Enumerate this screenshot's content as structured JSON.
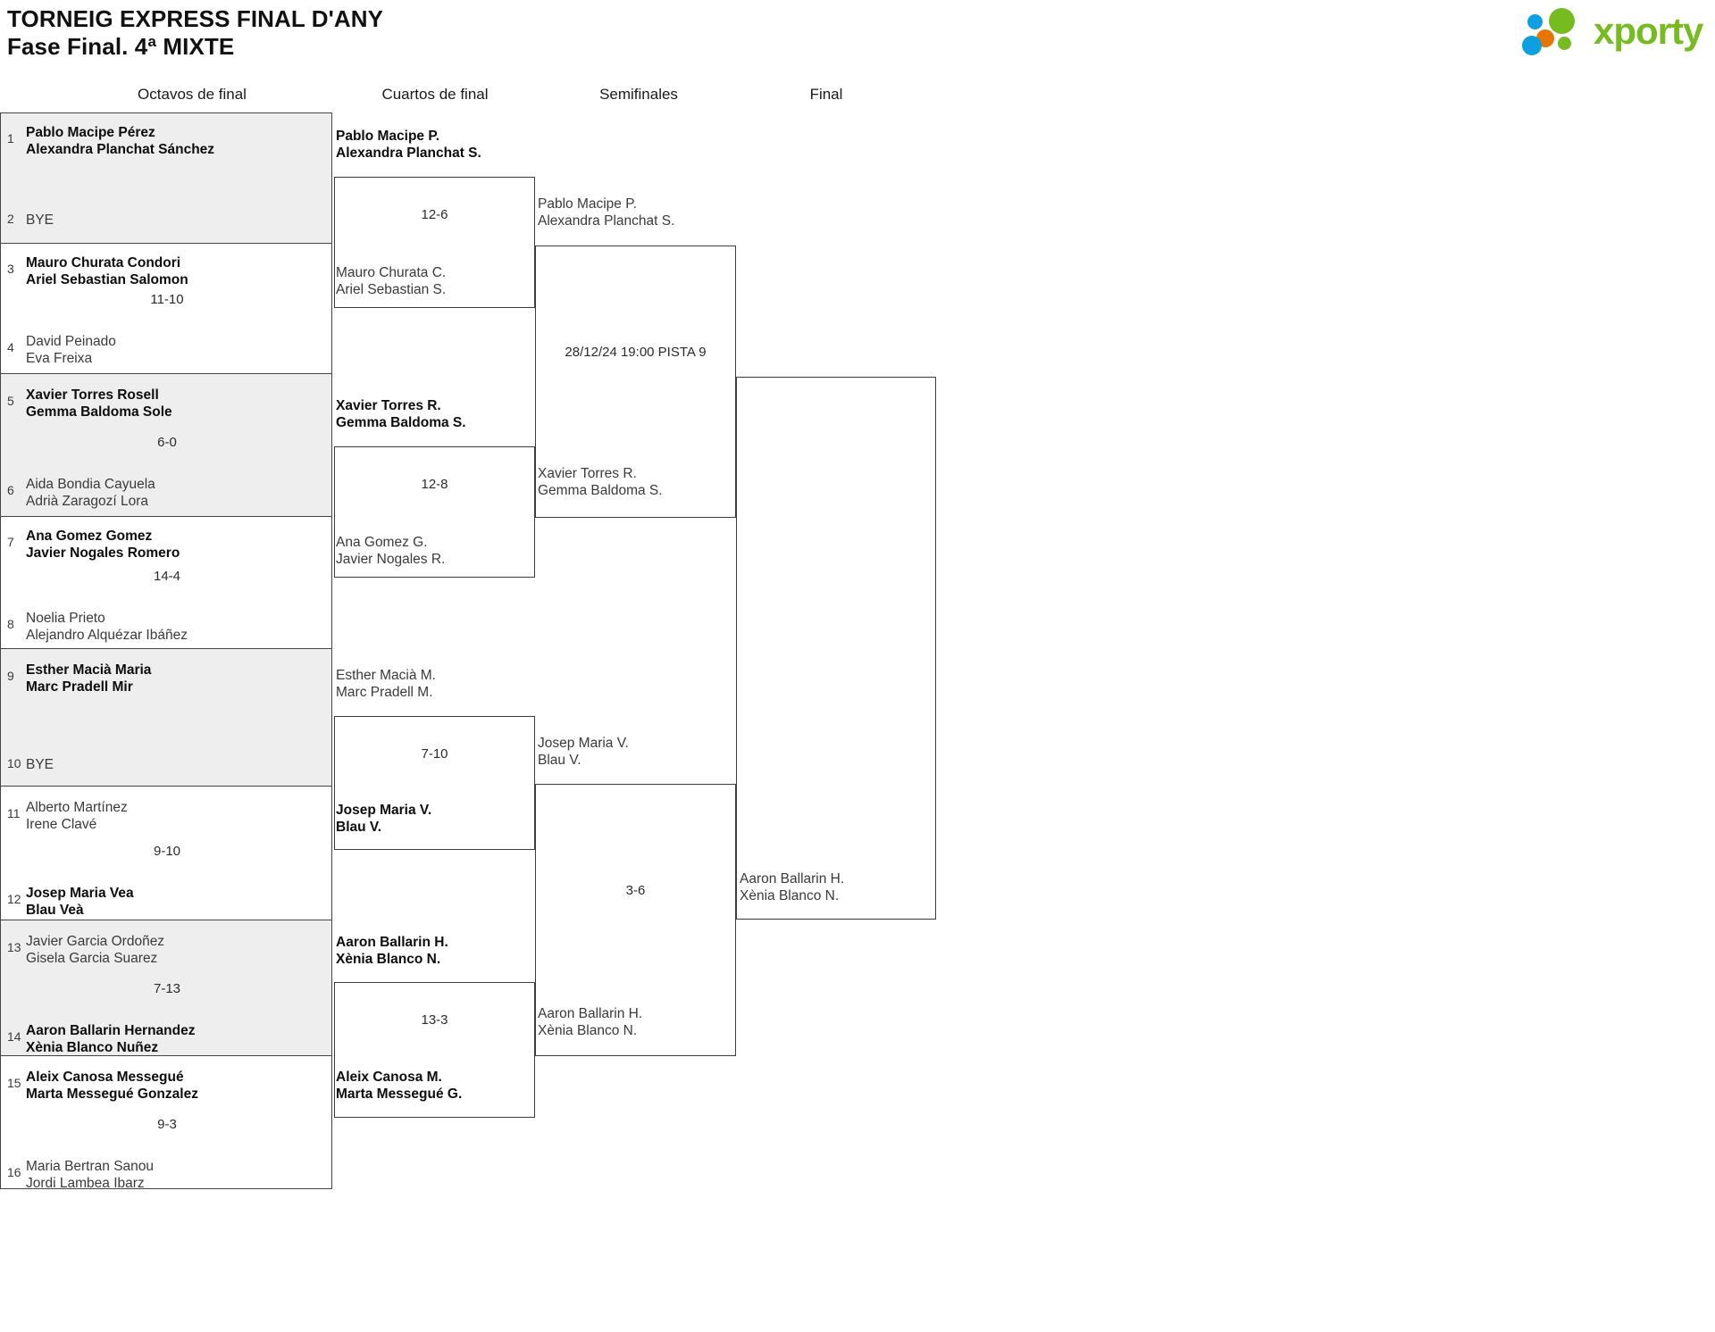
{
  "header": {
    "title_line1": "TORNEIG EXPRESS FINAL D'ANY",
    "title_line2": "Fase Final. 4ª MIXTE",
    "logo_text": "xporty",
    "logo_colors": {
      "green": "#76bc21",
      "blue": "#0d9fe0",
      "orange": "#e87400"
    }
  },
  "rounds": [
    {
      "label": "Octavos de final"
    },
    {
      "label": "Cuartos de final"
    },
    {
      "label": "Semifinales"
    },
    {
      "label": "Final"
    }
  ],
  "round1": {
    "entries": [
      {
        "seed": "1",
        "line1": "Pablo Macipe Pérez",
        "line2": "Alexandra Planchat Sánchez",
        "winner": true,
        "bye": false
      },
      {
        "seed": "2",
        "line1": "BYE",
        "line2": "",
        "winner": false,
        "bye": true
      },
      {
        "seed": "3",
        "line1": "Mauro Churata Condori",
        "line2": "Ariel Sebastian Salomon",
        "winner": true,
        "bye": false
      },
      {
        "seed": "4",
        "line1": "David Peinado",
        "line2": "Eva Freixa",
        "winner": false,
        "bye": false
      },
      {
        "seed": "5",
        "line1": "Xavier Torres Rosell",
        "line2": "Gemma Baldoma Sole",
        "winner": true,
        "bye": false
      },
      {
        "seed": "6",
        "line1": "Aida Bondia Cayuela",
        "line2": "Adrià Zaragozí Lora",
        "winner": false,
        "bye": false
      },
      {
        "seed": "7",
        "line1": "Ana Gomez Gomez",
        "line2": "Javier Nogales Romero",
        "winner": true,
        "bye": false
      },
      {
        "seed": "8",
        "line1": "Noelia Prieto",
        "line2": "Alejandro Alquézar Ibáñez",
        "winner": false,
        "bye": false
      },
      {
        "seed": "9",
        "line1": "Esther Macià Maria",
        "line2": "Marc Pradell Mir",
        "winner": true,
        "bye": false
      },
      {
        "seed": "10",
        "line1": "BYE",
        "line2": "",
        "winner": false,
        "bye": true
      },
      {
        "seed": "11",
        "line1": "Alberto Martínez",
        "line2": "Irene Clavé",
        "winner": false,
        "bye": false
      },
      {
        "seed": "12",
        "line1": "Josep Maria Vea",
        "line2": "Blau Veà",
        "winner": true,
        "bye": false
      },
      {
        "seed": "13",
        "line1": "Javier Garcia Ordoñez",
        "line2": "Gisela Garcia Suarez",
        "winner": false,
        "bye": false
      },
      {
        "seed": "14",
        "line1": "Aaron Ballarin Hernandez",
        "line2": "Xènia Blanco Nuñez",
        "winner": true,
        "bye": false
      },
      {
        "seed": "15",
        "line1": "Aleix Canosa Messegué",
        "line2": "Marta Messegué Gonzalez",
        "winner": true,
        "bye": false
      },
      {
        "seed": "16",
        "line1": "Maria Bertran Sanou",
        "line2": "Jordi Lambea Ibarz",
        "winner": false,
        "bye": false
      }
    ],
    "scores": [
      "",
      "11-10",
      "6-0",
      "14-4",
      "",
      "9-10",
      "7-13",
      "9-3"
    ]
  },
  "round2": {
    "matches": [
      {
        "top": {
          "line1": "Pablo Macipe P.",
          "line2": "Alexandra Planchat S.",
          "winner": true
        },
        "bottom": {
          "line1": "Mauro Churata C.",
          "line2": "Ariel Sebastian S.",
          "winner": false
        },
        "score": "12-6"
      },
      {
        "top": {
          "line1": "Xavier Torres R.",
          "line2": "Gemma Baldoma S.",
          "winner": true
        },
        "bottom": {
          "line1": "Ana Gomez G.",
          "line2": "Javier Nogales R.",
          "winner": false
        },
        "score": "12-8"
      },
      {
        "top": {
          "line1": "Esther Macià M.",
          "line2": "Marc Pradell M.",
          "winner": false
        },
        "bottom": {
          "line1": "Josep Maria V.",
          "line2": "Blau V.",
          "winner": true
        },
        "score": "7-10"
      },
      {
        "top": {
          "line1": "Aaron Ballarin H.",
          "line2": "Xènia Blanco N.",
          "winner": true
        },
        "bottom": {
          "line1": "Aleix Canosa M.",
          "line2": "Marta Messegué G.",
          "winner": false
        },
        "score": "13-3"
      }
    ]
  },
  "round3": {
    "matches": [
      {
        "top": {
          "line1": "Pablo Macipe P.",
          "line2": "Alexandra Planchat S.",
          "winner": false
        },
        "bottom": {
          "line1": "Xavier Torres R.",
          "line2": "Gemma Baldoma S.",
          "winner": false
        },
        "score": "28/12/24 19:00 PISTA 9"
      },
      {
        "top": {
          "line1": "Josep Maria V.",
          "line2": "Blau V.",
          "winner": false
        },
        "bottom": {
          "line1": "Aaron Ballarin H.",
          "line2": "Xènia Blanco N.",
          "winner": false
        },
        "score": "3-6"
      }
    ]
  },
  "round4": {
    "matches": [
      {
        "top": {
          "line1": "Aaron Ballarin H.",
          "line2": "Xènia Blanco N.",
          "winner": false
        },
        "score": ""
      }
    ]
  }
}
